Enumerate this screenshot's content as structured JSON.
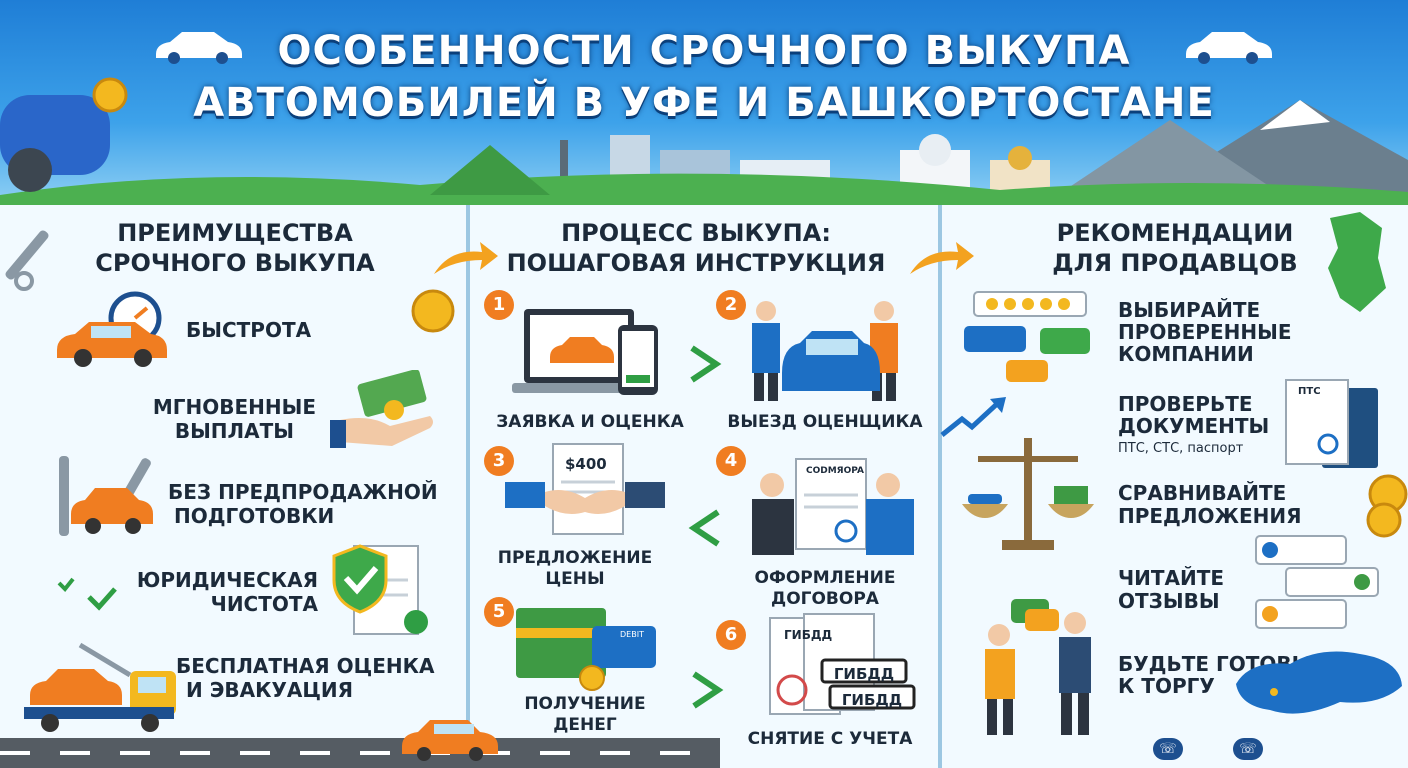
{
  "header": {
    "title_line1": "ОСОБЕННОСТИ СРОЧНОГО ВЫКУПА",
    "title_line2": "АВТОМОБИЛЕЙ В УФЕ И БАШКОРТОСТАНЕ"
  },
  "benefits": {
    "heading_line1": "ПРЕИМУЩЕСТВА",
    "heading_line2": "СРОЧНОГО ВЫКУПА",
    "items": [
      {
        "line1": "БЫСТРОТА",
        "line2": "",
        "icon": "stopwatch-car-icon"
      },
      {
        "line1": "МГНОВЕННЫЕ",
        "line2": "ВЫПЛАТЫ",
        "icon": "money-hand-icon"
      },
      {
        "line1": "БЕЗ ПРЕДПРОДАЖНОЙ",
        "line2": "ПОДГОТОВКИ",
        "icon": "wrench-car-icon"
      },
      {
        "line1": "ЮРИДИЧЕСКАЯ",
        "line2": "ЧИСТОТА",
        "icon": "shield-check-icon"
      },
      {
        "line1": "БЕСПЛАТНАЯ ОЦЕНКА",
        "line2": "И ЭВАКУАЦИЯ",
        "icon": "tow-truck-icon"
      }
    ]
  },
  "process": {
    "heading_line1": "ПРОЦЕСС ВЫКУПА:",
    "heading_line2": "ПОШАГОВАЯ ИНСТРУКЦИЯ",
    "steps": [
      {
        "num": "1",
        "line1": "ЗАЯВКА И ОЦЕНКА",
        "line2": ""
      },
      {
        "num": "2",
        "line1": "ВЫЕЗД ОЦЕНЩИКА",
        "line2": ""
      },
      {
        "num": "3",
        "line1": "ПРЕДЛОЖЕНИЕ",
        "line2": "ЦЕНЫ"
      },
      {
        "num": "4",
        "line1": "ОФОРМЛЕНИЕ",
        "line2": "ДОГОВОРА"
      },
      {
        "num": "5",
        "line1": "ПОЛУЧЕНИЕ",
        "line2": "ДЕНЕГ"
      },
      {
        "num": "6",
        "line1": "СНЯТИЕ С УЧЕТА",
        "line2": ""
      }
    ],
    "price_tag": "$400",
    "contract_word": "CODMЯOPA",
    "card_text": "DEBIT",
    "gibdd": "ГИБДД"
  },
  "tips": {
    "heading_line1": "РЕКОМЕНДАЦИИ",
    "heading_line2": "ДЛЯ ПРОДАВЦОВ",
    "items": [
      {
        "line1": "ВЫБИРАЙТЕ",
        "line2": "ПРОВЕРЕННЫЕ",
        "line3": "КОМПАНИИ"
      },
      {
        "line1": "ПРОВЕРЬТЕ",
        "line2": "ДОКУМЕНТЫ",
        "line3": ""
      },
      {
        "line1": "СРАВНИВАЙТЕ",
        "line2": "ПРЕДЛОЖЕНИЯ",
        "line3": ""
      },
      {
        "line1": "ЧИТАЙТЕ",
        "line2": "ОТЗЫВЫ",
        "line3": ""
      },
      {
        "line1": "БУДЬТЕ ГОТОВЫ",
        "line2": "К ТОРГУ",
        "line3": ""
      }
    ],
    "docs_note": "ПТС, СТС, паспорт",
    "pts_label": "ПТС"
  },
  "colors": {
    "accent_orange": "#f07d21",
    "accent_blue": "#1f7ed6",
    "green": "#2f9e44",
    "text_dark": "#1c2a3a"
  }
}
